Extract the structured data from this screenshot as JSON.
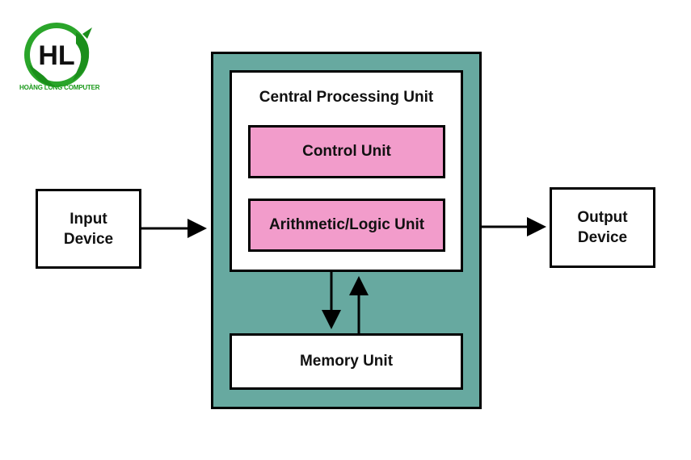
{
  "logo": {
    "monogram": "HL",
    "caption": "HOÀNG LONG COMPUTER",
    "brand_color": "#1b9a1b"
  },
  "diagram": {
    "input_device": {
      "line1": "Input",
      "line2": "Device"
    },
    "output_device": {
      "line1": "Output",
      "line2": "Device"
    },
    "cpu": {
      "title": "Central Processing Unit",
      "control_unit": "Control Unit",
      "alu": "Arithmetic/Logic Unit"
    },
    "memory_unit": "Memory Unit",
    "colors": {
      "computer_fill": "#67a9a0",
      "unit_fill": "#f29ccb",
      "box_fill": "#ffffff",
      "border": "#000000"
    }
  }
}
